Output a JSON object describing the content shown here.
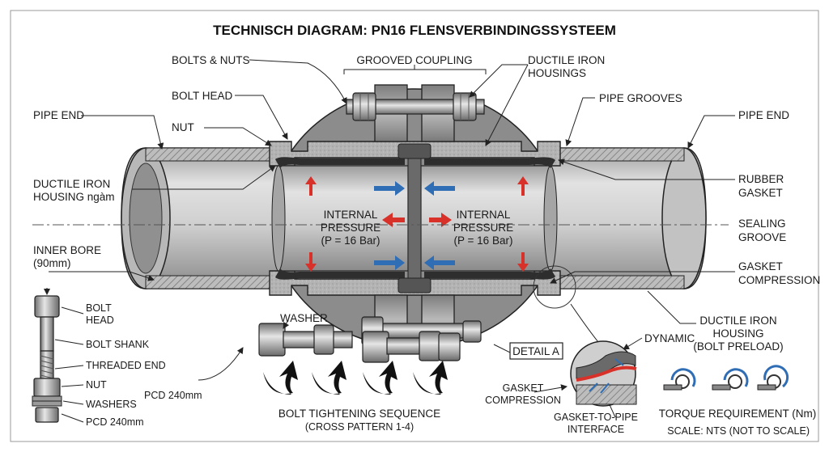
{
  "title": "TECHNISCH DIAGRAM: PN16 FLENSVERBINDINGSSYSTEEM",
  "labels": {
    "bolts_nuts": "BOLTS & NUTS",
    "grooved_coupling": "GROOVED COUPLING",
    "ductile_iron_housings_1": "DUCTILE IRON",
    "ductile_iron_housings_2": "HOUSINGS",
    "bolt_head": "BOLT HEAD",
    "pipe_grooves": "PIPE GROOVES",
    "pipe_end_left": "PIPE END",
    "pipe_end_right": "PIPE END",
    "nut": "NUT",
    "ductile_iron_housing_left_1": "DUCTILE IRON",
    "ductile_iron_housing_left_2": "HOUSING ngàm",
    "rubber_gasket_1": "RUBBER",
    "rubber_gasket_2": "GASKET",
    "sealing_groove_1": "SEALING",
    "sealing_groove_2": "GROOVE",
    "inner_bore_1": "INNER BORE",
    "inner_bore_2": "(90mm)",
    "gasket_compression_1": "GASKET",
    "gasket_compression_2": "COMPRESSION",
    "ductile_iron_housing_right_1": "DUCTILE IRON",
    "ductile_iron_housing_right_2": "HOUSING",
    "ductile_iron_housing_right_3": "(BOLT PRELOAD)",
    "washer": "WASHER",
    "detail_a": "DETAIL A",
    "dynamic": "DYNAMIC",
    "pcd_mid": "PCD 240mm",
    "gasket_compression_detail_1": "GASKET",
    "gasket_compression_detail_2": "COMPRESSION",
    "gasket_to_pipe_1": "GASKET-TO-PIPE",
    "gasket_to_pipe_2": "INTERFACE",
    "torque_requirement": "TORQUE REQUIREMENT (Nm)",
    "scale_note": "SCALE: NTS (NOT TO SCALE)",
    "bolt_tightening_1": "BOLT TIGHTENING SEQUENCE",
    "bolt_tightening_2": "(CROSS PATTERN 1-4)"
  },
  "pressure": {
    "left_1": "INTERNAL",
    "left_2": "PRESSURE",
    "left_3": "(P = 16 Bar)",
    "right_1": "INTERNAL",
    "right_2": "PRESSURE",
    "right_3": "(P = 16 Bar)"
  },
  "bolt_parts": {
    "bolt_head_1": "BOLT",
    "bolt_head_2": "HEAD",
    "bolt_shank": "BOLT SHANK",
    "threaded_end": "THREADED END",
    "nut": "NUT",
    "washers": "WASHERS",
    "pcd": "PCD 240mm"
  },
  "colors": {
    "pipe": "#c9c9c9",
    "housing": "#a9a9a9",
    "gasket": "#3a3a3a",
    "arrow_red": "#d8312a",
    "arrow_blue": "#2f6db5"
  }
}
